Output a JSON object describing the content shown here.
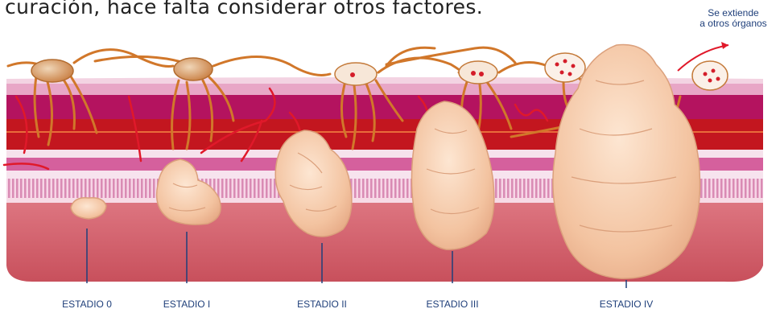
{
  "caption": "curación, hace falta considerar otros factores.",
  "spread_label": {
    "line1": "Se extiende",
    "line2": "a otros órganos"
  },
  "stages": [
    "ESTADIO 0",
    "ESTADIO I",
    "ESTADIO II",
    "ESTADIO III",
    "ESTADIO IV"
  ],
  "colors": {
    "muscle": "#d66a74",
    "submucosa_stripes": "#e79bc0",
    "mucosa_red": "#c3161f",
    "mucosa_magenta": "#b4135f",
    "pink_band": "#e8a6c6",
    "tumor": "#f4c9a6",
    "lymph_node": "#d58a4a",
    "vessel": "#e0192a",
    "label_blue": "#1f3f7a"
  }
}
